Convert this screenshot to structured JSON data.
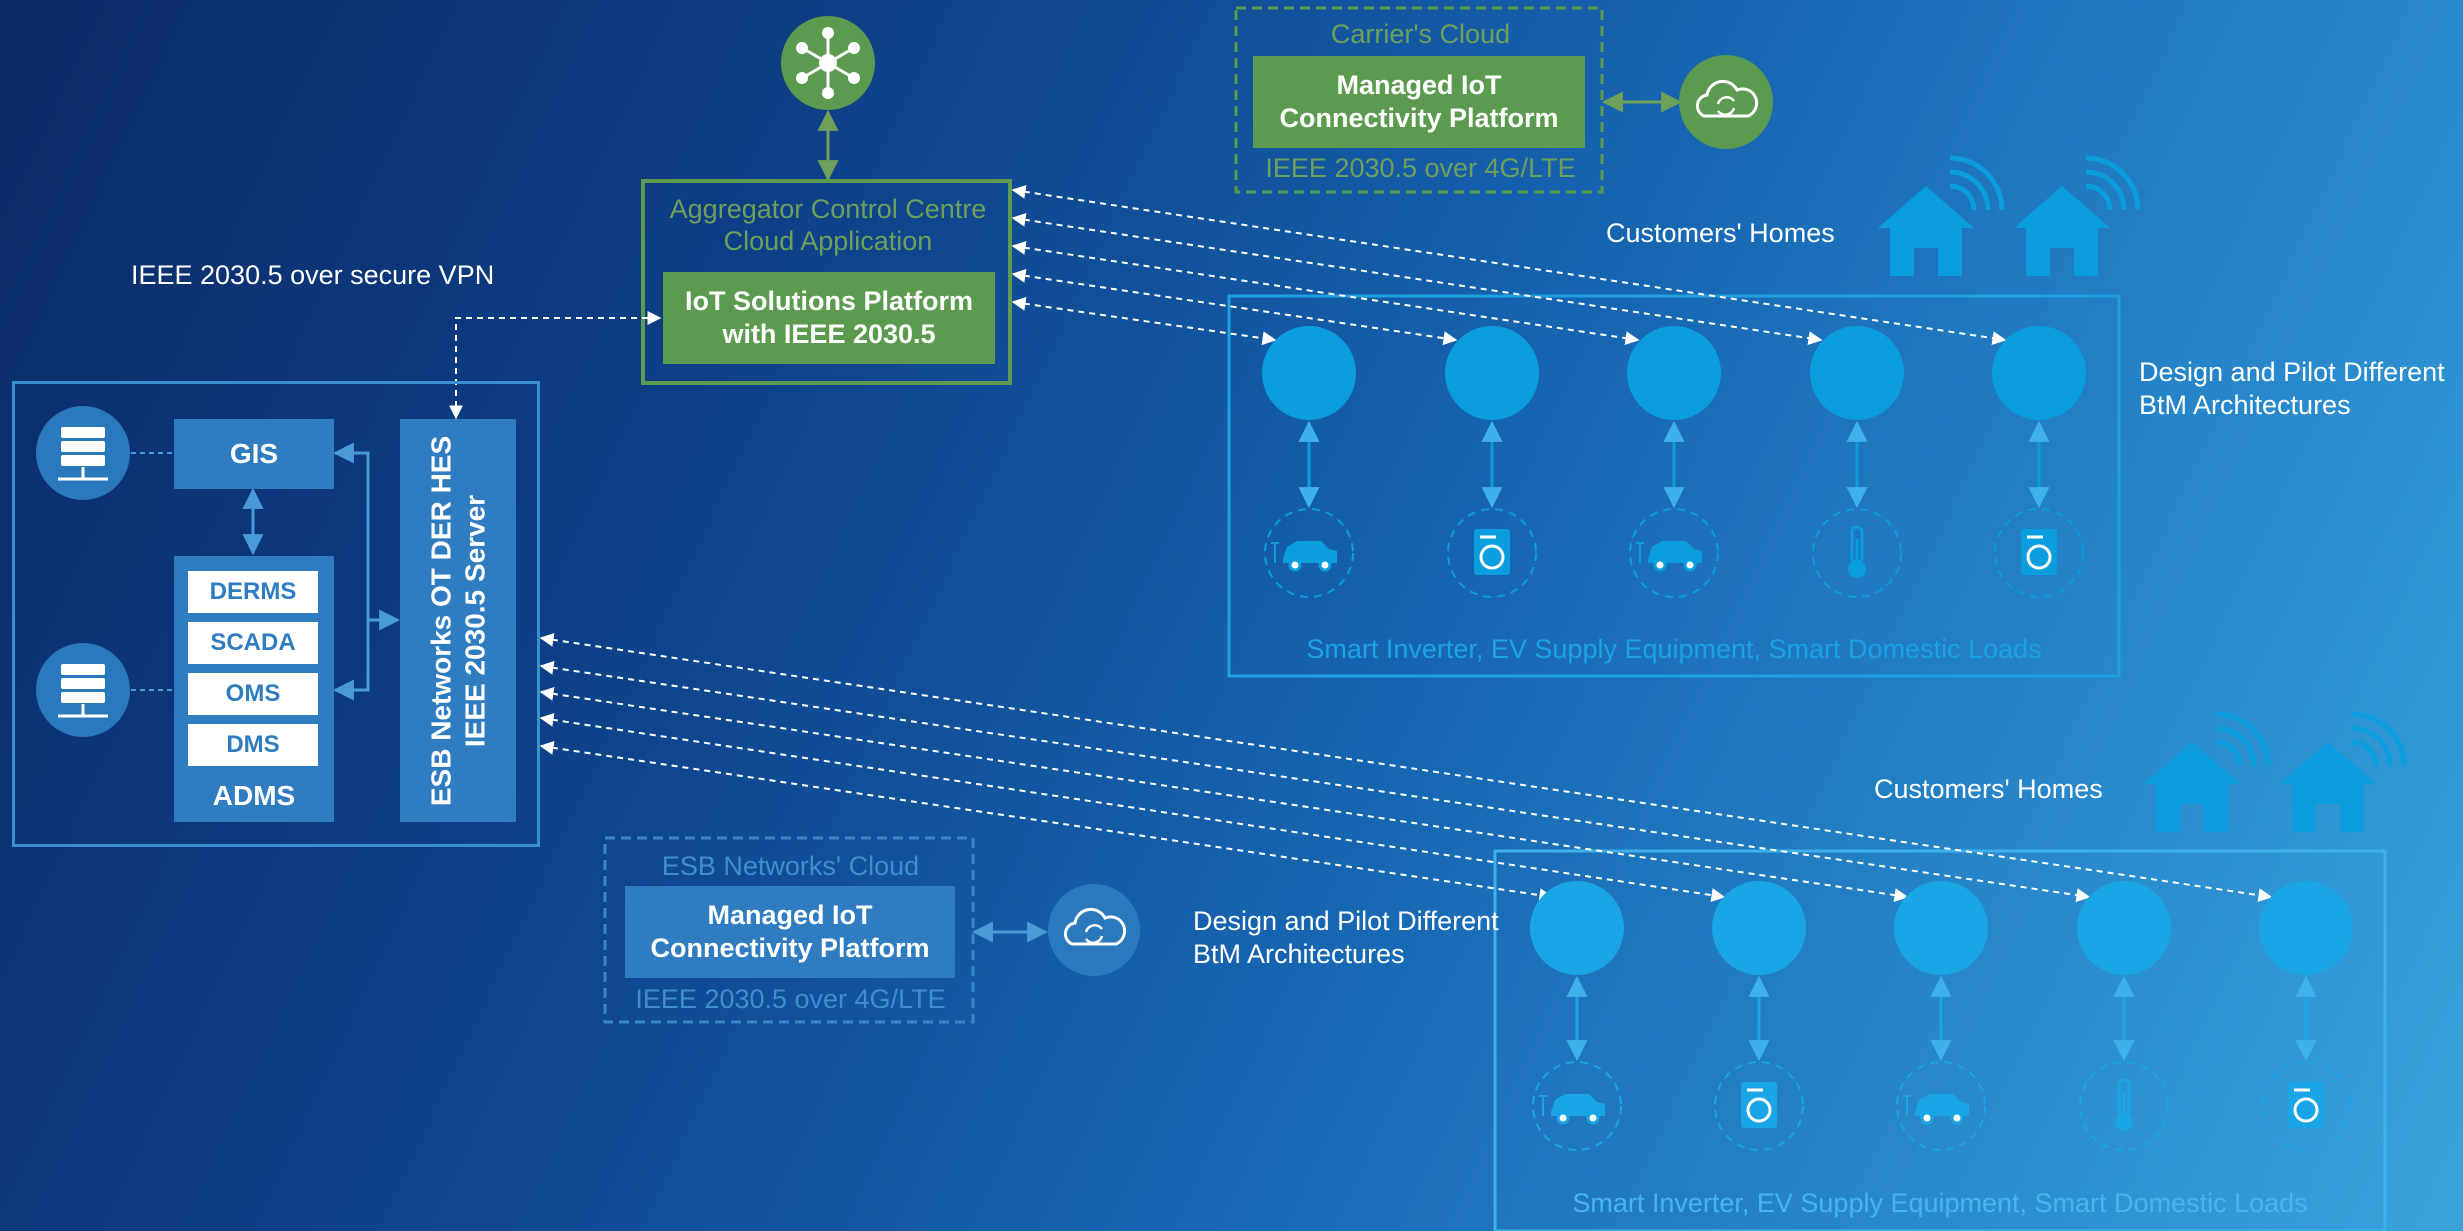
{
  "vpn_label": "IEEE 2030.5 over secure VPN",
  "aggregator": {
    "title_line1": "Aggregator Control Centre",
    "title_line2": "Cloud Application",
    "platform_line1": "IoT Solutions Platform",
    "platform_line2": "with IEEE 2030.5"
  },
  "carrier_cloud": {
    "title": "Carrier's Cloud",
    "platform_line1": "Managed IoT",
    "platform_line2": "Connectivity Platform",
    "protocol": "IEEE 2030.5 over 4G/LTE"
  },
  "esb_cloud": {
    "title": "ESB Networks' Cloud",
    "platform_line1": "Managed IoT",
    "platform_line2": "Connectivity Platform",
    "protocol": "IEEE 2030.5 over 4G/LTE"
  },
  "esb_core": {
    "gis": "GIS",
    "adms_items": [
      "DERMS",
      "SCADA",
      "OMS",
      "DMS"
    ],
    "adms": "ADMS",
    "hes_line1": "ESB Networks OT DER HES",
    "hes_line2": "IEEE 2030.5 Server"
  },
  "homes_top": {
    "label": "Customers' Homes",
    "pilot_line1": "Design and Pilot Different",
    "pilot_line2": "BtM Architectures",
    "devices_label": "Smart Inverter, EV Supply Equipment, Smart Domestic Loads",
    "devices": [
      "ev-car-icon",
      "washing-machine-icon",
      "ev-car-icon",
      "thermometer-icon",
      "washing-machine-icon"
    ]
  },
  "homes_bottom": {
    "label": "Customers' Homes",
    "pilot_line1": "Design and Pilot Different",
    "pilot_line2": "BtM Architectures",
    "devices_label": "Smart Inverter, EV Supply Equipment, Smart Domestic Loads",
    "devices": [
      "ev-car-icon",
      "washing-machine-icon",
      "ev-car-icon",
      "thermometer-icon",
      "washing-machine-icon"
    ]
  },
  "colors": {
    "background_start": "#0b2a66",
    "background_end": "#3aa3da",
    "aggregator_green": "#5b9a4f",
    "esb_blue": "#2f7dc0",
    "home_cyan": "#0a9ee0"
  }
}
